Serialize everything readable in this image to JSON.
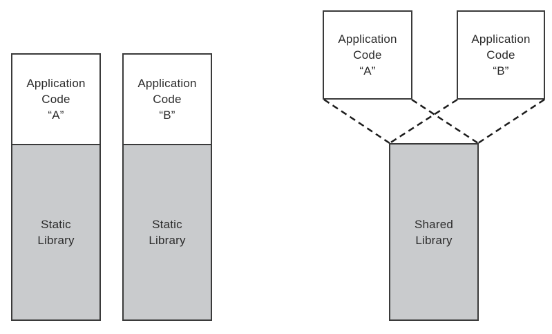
{
  "colors": {
    "background": "#ffffff",
    "library_fill": "#c9cbcd",
    "box_border": "#3a3a3a",
    "text": "#2b2b2b",
    "dashed_line": "#1c1c1c"
  },
  "static_linking": {
    "columns": [
      {
        "application_code": "Application\nCode\n“A”",
        "library": "Static\nLibrary"
      },
      {
        "application_code": "Application\nCode\n“B”",
        "library": "Static\nLibrary"
      }
    ]
  },
  "shared_linking": {
    "application_boxes": [
      {
        "label": "Application\nCode\n“A”"
      },
      {
        "label": "Application\nCode\n“B”"
      }
    ],
    "library": "Shared\nLibrary"
  }
}
